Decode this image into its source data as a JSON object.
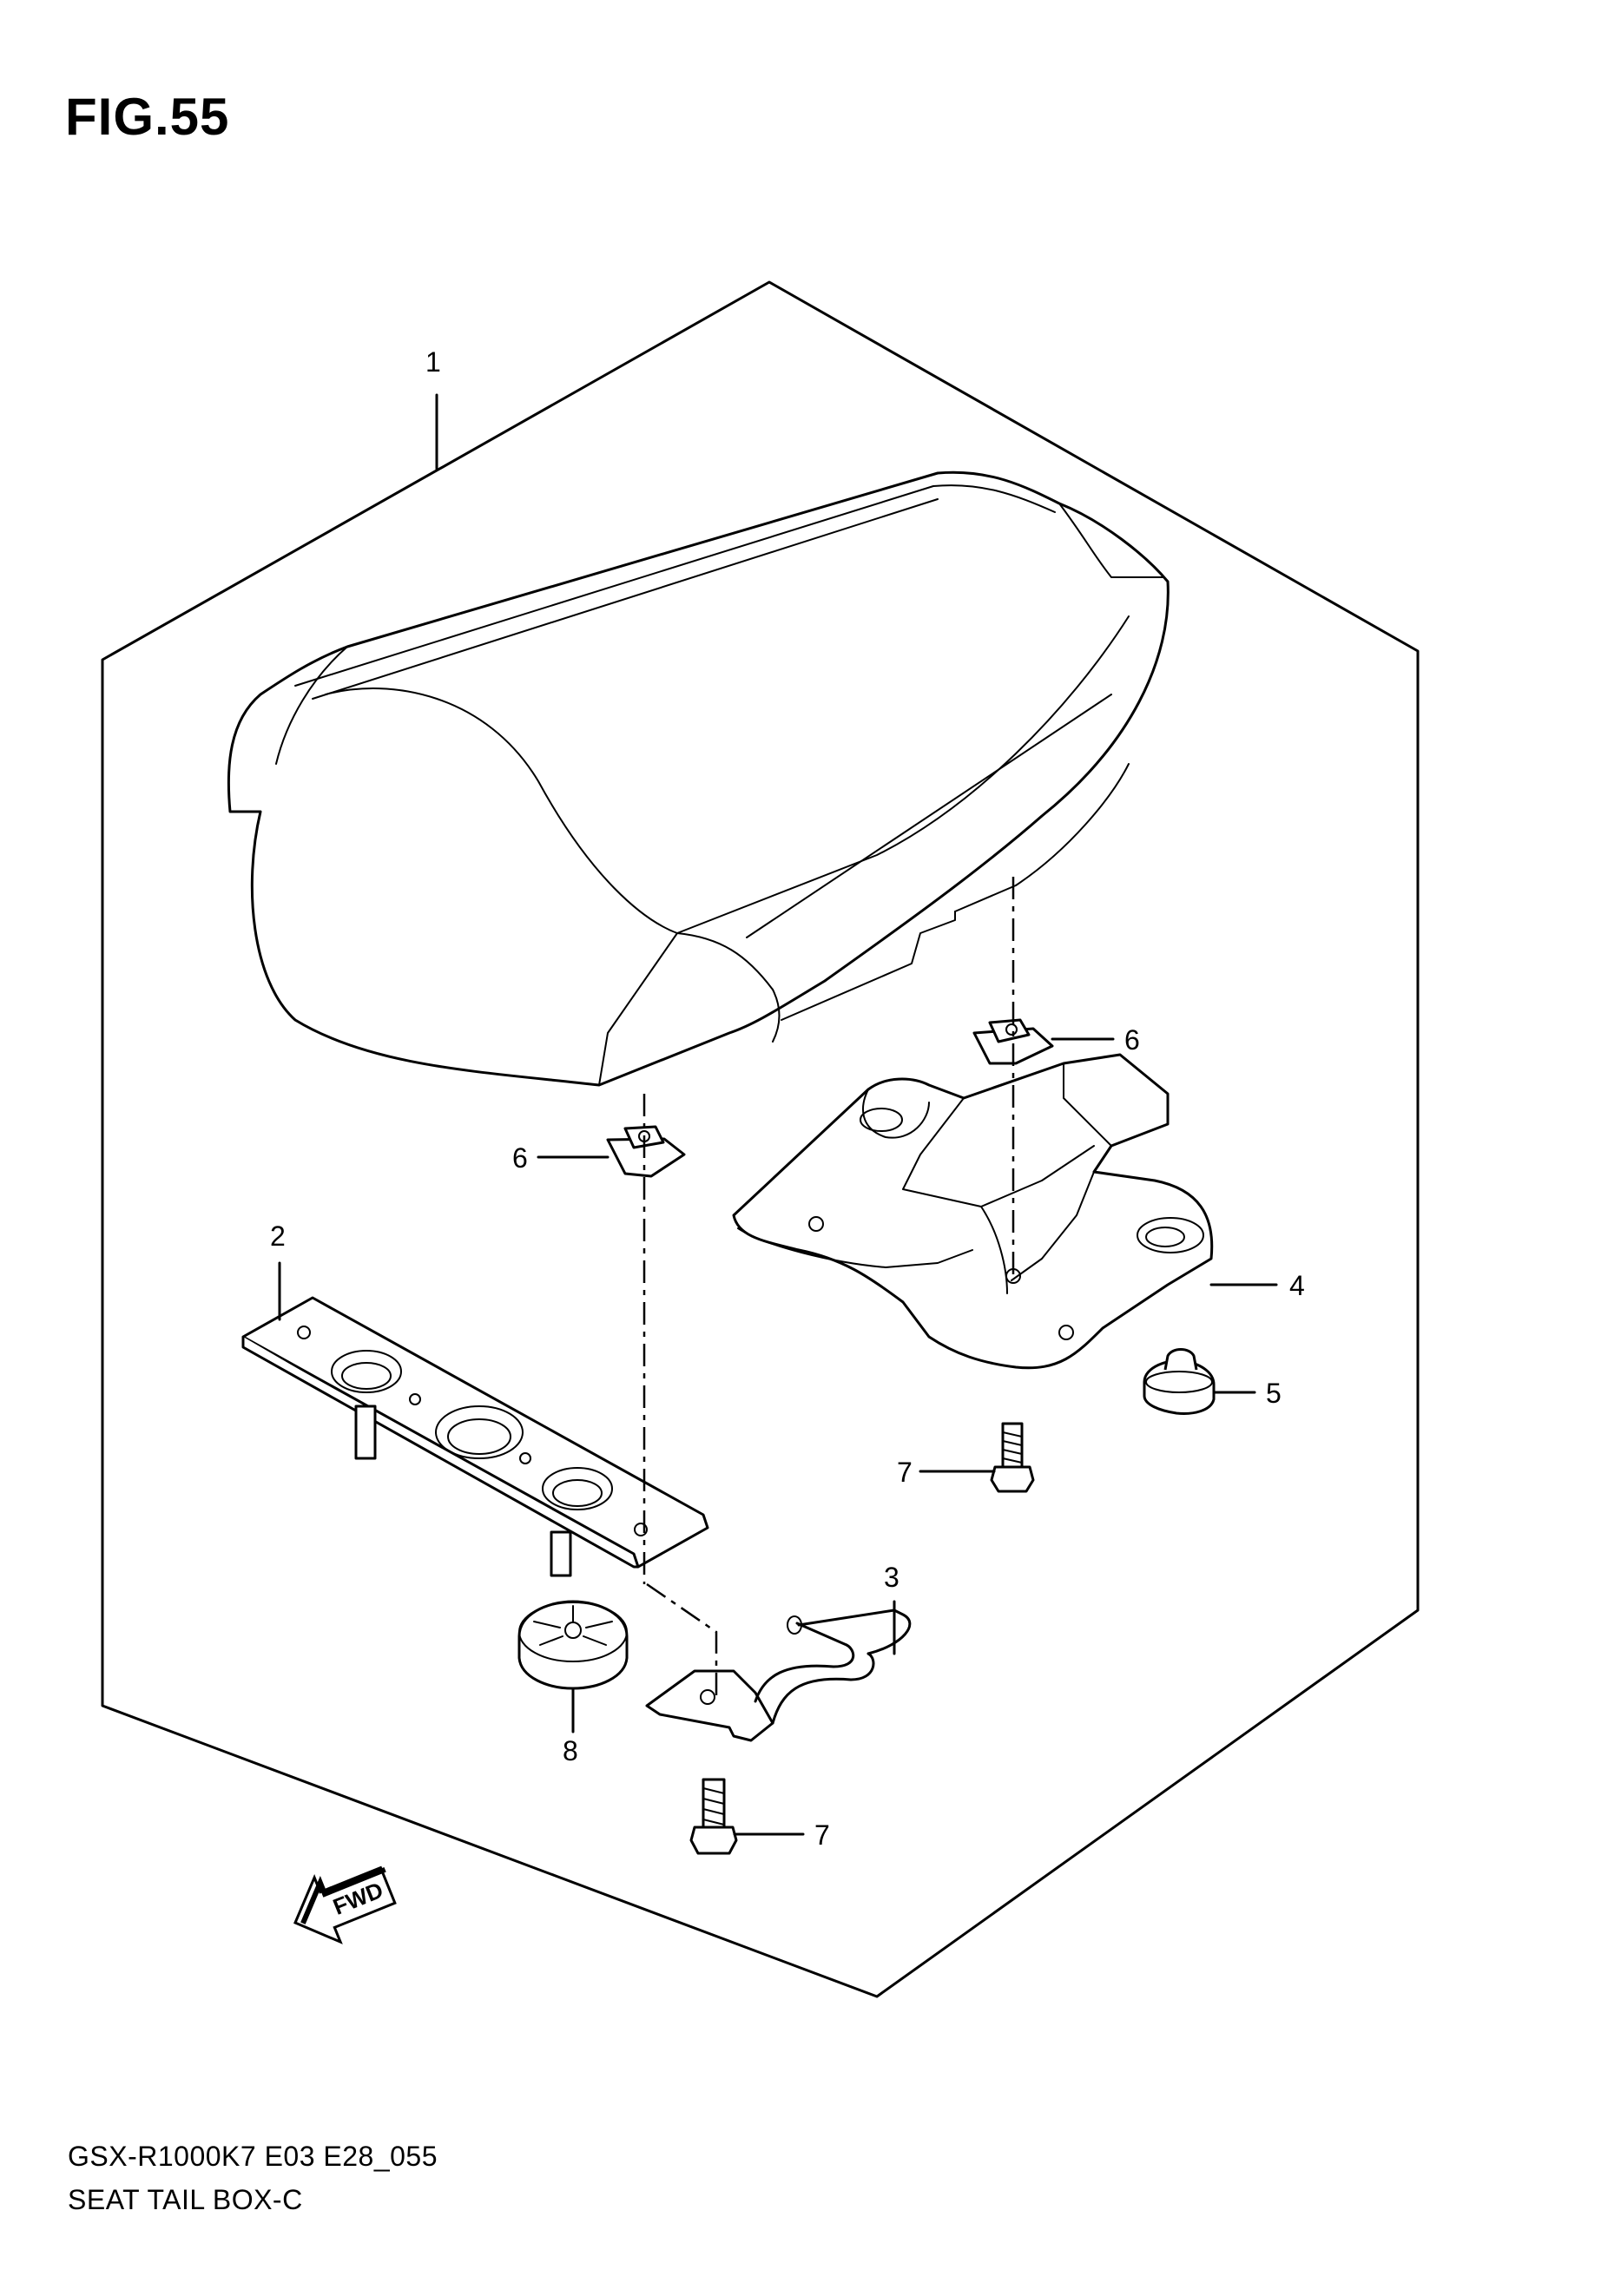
{
  "figure": {
    "title": "FIG.55"
  },
  "callouts": [
    {
      "id": "1",
      "label": "1"
    },
    {
      "id": "2",
      "label": "2"
    },
    {
      "id": "3",
      "label": "3"
    },
    {
      "id": "4",
      "label": "4"
    },
    {
      "id": "5",
      "label": "5"
    },
    {
      "id": "6a",
      "label": "6"
    },
    {
      "id": "6b",
      "label": "6"
    },
    {
      "id": "7a",
      "label": "7"
    },
    {
      "id": "7b",
      "label": "7"
    },
    {
      "id": "8",
      "label": "8"
    }
  ],
  "fwd_marker": {
    "label": "FWD",
    "icon": "forward-arrow-icon"
  },
  "footer": {
    "model_code": "GSX-R1000K7 E03 E28_055",
    "section_name": "SEAT TAIL BOX-C"
  }
}
